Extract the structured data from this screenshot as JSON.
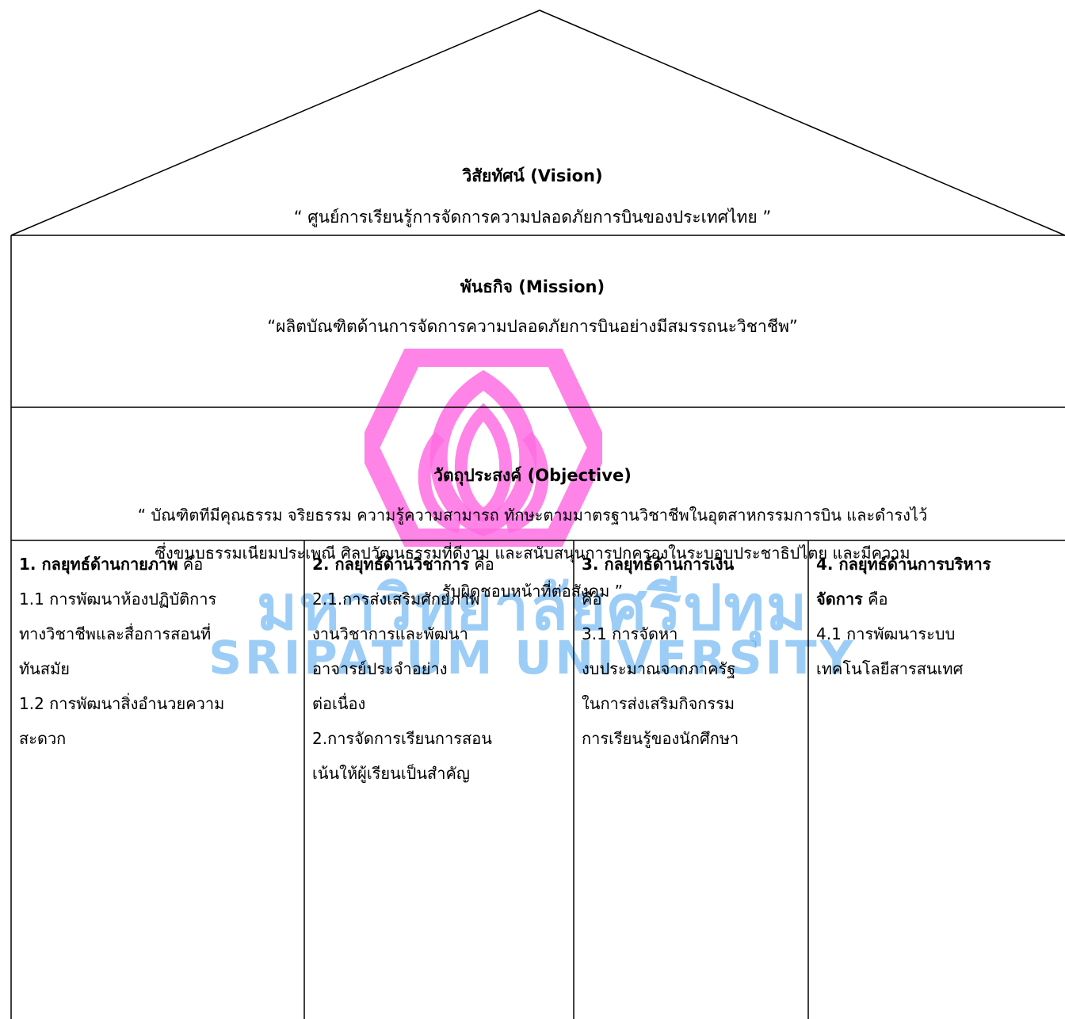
{
  "vision": {
    "heading": "วิสัยทัศน์ (Vision)",
    "text": "“ ศูนย์การเรียนรู้การจัดการความปลอดภัยการบินของประเทศไทย ”"
  },
  "mission": {
    "heading": "พันธกิจ (Mission)",
    "text": "“ผลิตบัณฑิตด้านการจัดการความปลอดภัยการบินอย่างมีสมรรถนะวิชาชีพ”"
  },
  "objective": {
    "heading": "วัตถุประสงค์ (Objective)",
    "lines": [
      "“ บัณฑิตทีมีคุณธรรม จริยธรรม ความรู้ความสามารถ ทักษะตามมาตรฐานวิชาชีพในอุตสาหกรรมการบิน และดำรงไว้",
      "ซึ่งขนบธรรมเนียมประเพณี ศิลปวัฒนธรรมที่ดีงาม และสนับสนุนการปกครองในระบอบประชาธิปไตย และมีความ",
      "รับผิดชอบหน้าที่ต่อสังคม ”"
    ]
  },
  "strategies": [
    {
      "title_lines": [
        "1. กลยุทธ์ด้านกายภาพ"
      ],
      "suffix": " คือ",
      "suffix_on_title_line": true,
      "items": [
        "1.1 การพัฒนาห้องปฏิบัติการ",
        "ทางวิชาชีพและสื่อการสอนที่",
        "ทันสมัย",
        "1.2 การพัฒนาสิ่งอำนวยความ",
        "สะดวก"
      ]
    },
    {
      "title_lines": [
        "2. กลยุทธ์ด้านวิชาการ"
      ],
      "suffix": " คือ",
      "suffix_on_title_line": true,
      "items": [
        "2.1.การส่งเสริมศักยภาพ",
        "งานวิชาการและพัฒนา",
        "อาจารย์ประจำอย่าง",
        "ต่อเนื่อง",
        "2.การจัดการเรียนการสอน",
        "เน้นให้ผู้เรียนเป็นสำคัญ"
      ]
    },
    {
      "title_lines": [
        "3. กลยุทธ์ด้านการเงิน"
      ],
      "suffix": "คือ",
      "suffix_on_title_line": false,
      "items": [
        "3.1 การจัดหา",
        "งบประมาณจากภาครัฐ",
        "ในการส่งเสริมกิจกรรม",
        "การเรียนรู้ของนักศึกษา"
      ]
    },
    {
      "title_lines": [
        "4. กลยุทธ์ด้านการบริหาร",
        "จัดการ"
      ],
      "suffix": " คือ",
      "suffix_on_title_line": true,
      "items": [
        "4.1 การพัฒนาระบบ",
        "เทคโนโลยีสารสนเทศ"
      ]
    }
  ],
  "watermark": {
    "text_thai": "มหาวิทยาลัยศรีปทุม",
    "text_en": "SRIPATUM UNIVERSITY",
    "logo_color": "#ff66e0",
    "text_color": "#4da6f0"
  }
}
